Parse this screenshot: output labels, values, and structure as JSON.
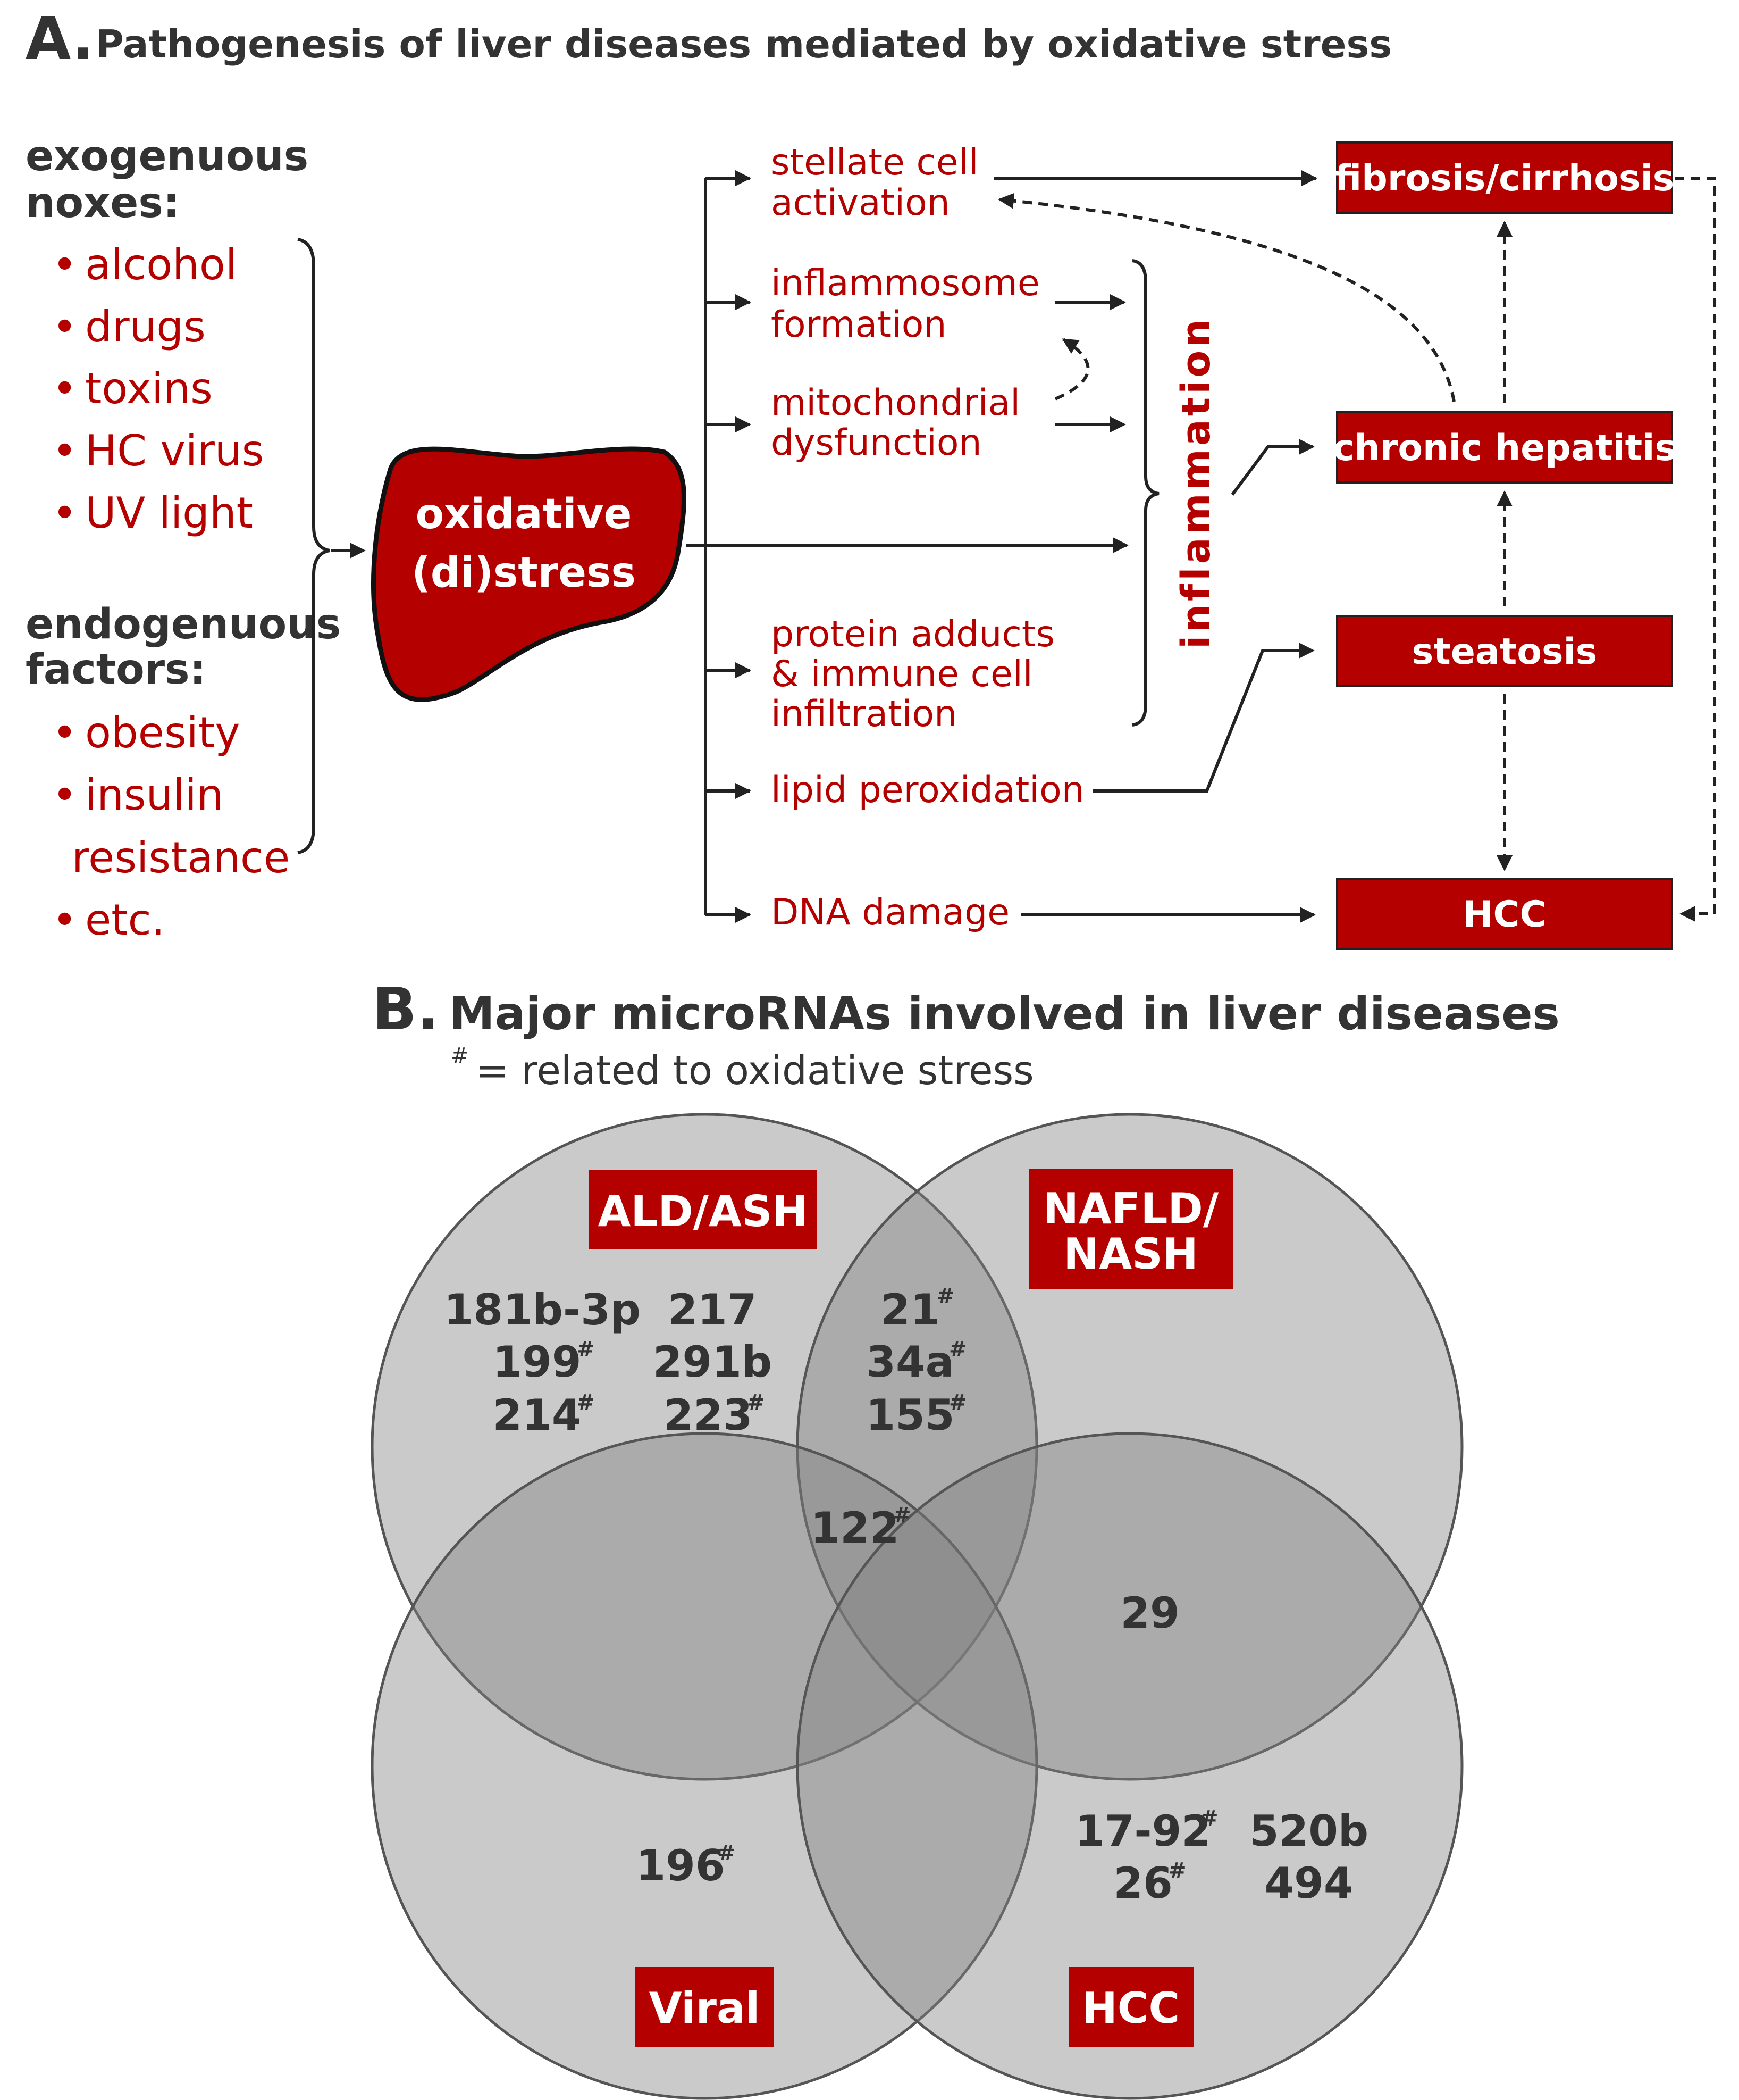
{
  "panel_a": {
    "letter": "A.",
    "title": "Pathogenesis of liver diseases mediated by oxidative stress",
    "exogenous_heading": [
      "exogenuous",
      "noxes:"
    ],
    "exogenous_items": [
      "alcohol",
      "drugs",
      "toxins",
      "HC virus",
      "UV light"
    ],
    "endogenous_heading": [
      "endogenuous",
      "factors:"
    ],
    "endogenous_items": [
      "obesity",
      "insulin",
      "resistance",
      "etc."
    ],
    "bullet": "•",
    "center": [
      "oxidative",
      "(di)stress"
    ],
    "mechanisms": {
      "stellate": [
        "stellate cell",
        "activation"
      ],
      "inflammasome": [
        "inflammosome",
        "formation"
      ],
      "mitochondrial": [
        "mitochondrial",
        "dysfunction"
      ],
      "protein": [
        "protein adducts",
        "& immune cell",
        "infiltration"
      ],
      "lipid": "lipid peroxidation",
      "dna": "DNA damage"
    },
    "inflammation_label": "inflammation",
    "outcomes": {
      "fibrosis": "fibrosis/cirrhosis",
      "hepatitis": "chronic hepatitis",
      "steatosis": "steatosis",
      "hcc": "HCC"
    },
    "colors": {
      "accent_red": "#b50000",
      "text_dark": "#333333"
    }
  },
  "panel_b": {
    "letter": "B.",
    "title": "Major microRNAs involved in liver diseases",
    "note_symbol": "#",
    "note_text": "= related to oxidative stress",
    "sets": {
      "ald": "ALD/ASH",
      "nafld": [
        "NAFLD/",
        "NASH"
      ],
      "viral": "Viral",
      "hcc": "HCC"
    },
    "mirnas": {
      "ald_only": [
        {
          "name": "181b-3p",
          "hash": ""
        },
        {
          "name": "217",
          "hash": ""
        },
        {
          "name": "199",
          "hash": "#"
        },
        {
          "name": "291b",
          "hash": ""
        },
        {
          "name": "214",
          "hash": "#"
        },
        {
          "name": "223",
          "hash": "#"
        }
      ],
      "ald_nafld": [
        {
          "name": "21",
          "hash": "#"
        },
        {
          "name": "34a",
          "hash": "#"
        },
        {
          "name": "155",
          "hash": "#"
        }
      ],
      "center": {
        "name": "122",
        "hash": "#"
      },
      "nafld_hcc": {
        "name": "29",
        "hash": ""
      },
      "viral_only": {
        "name": "196",
        "hash": "#"
      },
      "hcc_only": [
        {
          "name": "17-92",
          "hash": "#"
        },
        {
          "name": "520b",
          "hash": ""
        },
        {
          "name": "26",
          "hash": "#"
        },
        {
          "name": "494",
          "hash": ""
        }
      ]
    }
  }
}
